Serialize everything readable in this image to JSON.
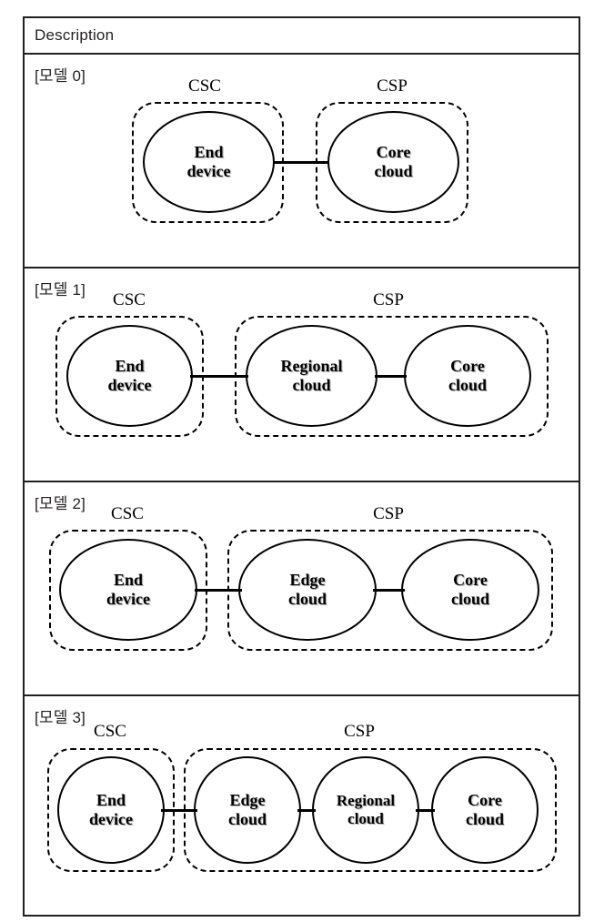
{
  "table": {
    "header": {
      "label": "Description"
    },
    "rows": [
      {
        "label": "[모델 0]",
        "groups": [
          {
            "name": "CSC",
            "nodes": [
              {
                "line1": "End",
                "line2": "device"
              }
            ]
          },
          {
            "name": "CSP",
            "nodes": [
              {
                "line1": "Core",
                "line2": "cloud"
              }
            ]
          }
        ]
      },
      {
        "label": "[모델 1]",
        "groups": [
          {
            "name": "CSC",
            "nodes": [
              {
                "line1": "End",
                "line2": "device"
              }
            ]
          },
          {
            "name": "CSP",
            "nodes": [
              {
                "line1": "Regional",
                "line2": "cloud"
              },
              {
                "line1": "Core",
                "line2": "cloud"
              }
            ]
          }
        ]
      },
      {
        "label": "[모델 2]",
        "groups": [
          {
            "name": "CSC",
            "nodes": [
              {
                "line1": "End",
                "line2": "device"
              }
            ]
          },
          {
            "name": "CSP",
            "nodes": [
              {
                "line1": "Edge",
                "line2": "cloud"
              },
              {
                "line1": "Core",
                "line2": "cloud"
              }
            ]
          }
        ]
      },
      {
        "label": "[모델 3]",
        "groups": [
          {
            "name": "CSC",
            "nodes": [
              {
                "line1": "End",
                "line2": "device"
              }
            ]
          },
          {
            "name": "CSP",
            "nodes": [
              {
                "line1": "Edge",
                "line2": "cloud"
              },
              {
                "line1": "Regional",
                "line2": "cloud"
              },
              {
                "line1": "Core",
                "line2": "cloud"
              }
            ]
          }
        ]
      }
    ]
  },
  "colors": {
    "border": "#231f20",
    "stroke": "#000000",
    "background": "#ffffff"
  }
}
